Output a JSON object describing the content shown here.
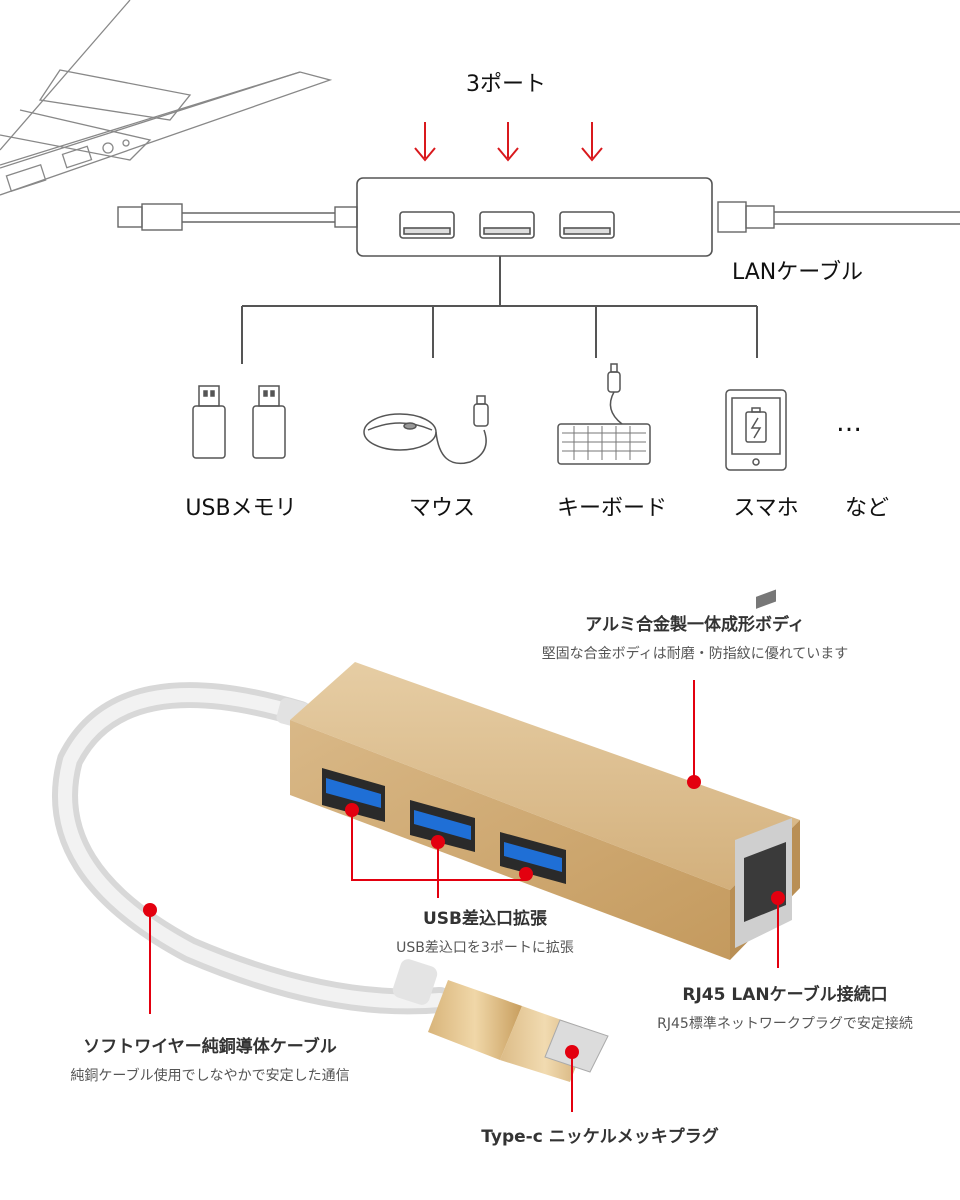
{
  "top_diagram": {
    "port_count_label": "3ポート",
    "lan_cable_label": "LANケーブル",
    "devices": [
      "USBメモリ",
      "マウス",
      "キーボード",
      "スマホ",
      "など"
    ],
    "ellipsis": "…",
    "arrow_color": "#d9191d"
  },
  "features": {
    "body": {
      "title": "アルミ合金製一体成形ボディ",
      "desc": "堅固な合金ボディは耐磨・防指紋に優れています"
    },
    "usb": {
      "title": "USB差込口拡張",
      "desc": "USB差込口を3ポートに拡張"
    },
    "rj45": {
      "title": "RJ45 LANケーブル接続口",
      "desc": "RJ45標準ネットワークプラグで安定接続"
    },
    "cable": {
      "title": "ソフトワイヤー純銅導体ケーブル",
      "desc": "純銅ケーブル使用でしなやかで安定した通信"
    },
    "typec": {
      "title": "Type-c ニッケルメッキプラグ"
    }
  },
  "colors": {
    "callout": "#e3000f",
    "hub_gold": "#c9a46a",
    "usb_blue": "#1f6fd6"
  }
}
